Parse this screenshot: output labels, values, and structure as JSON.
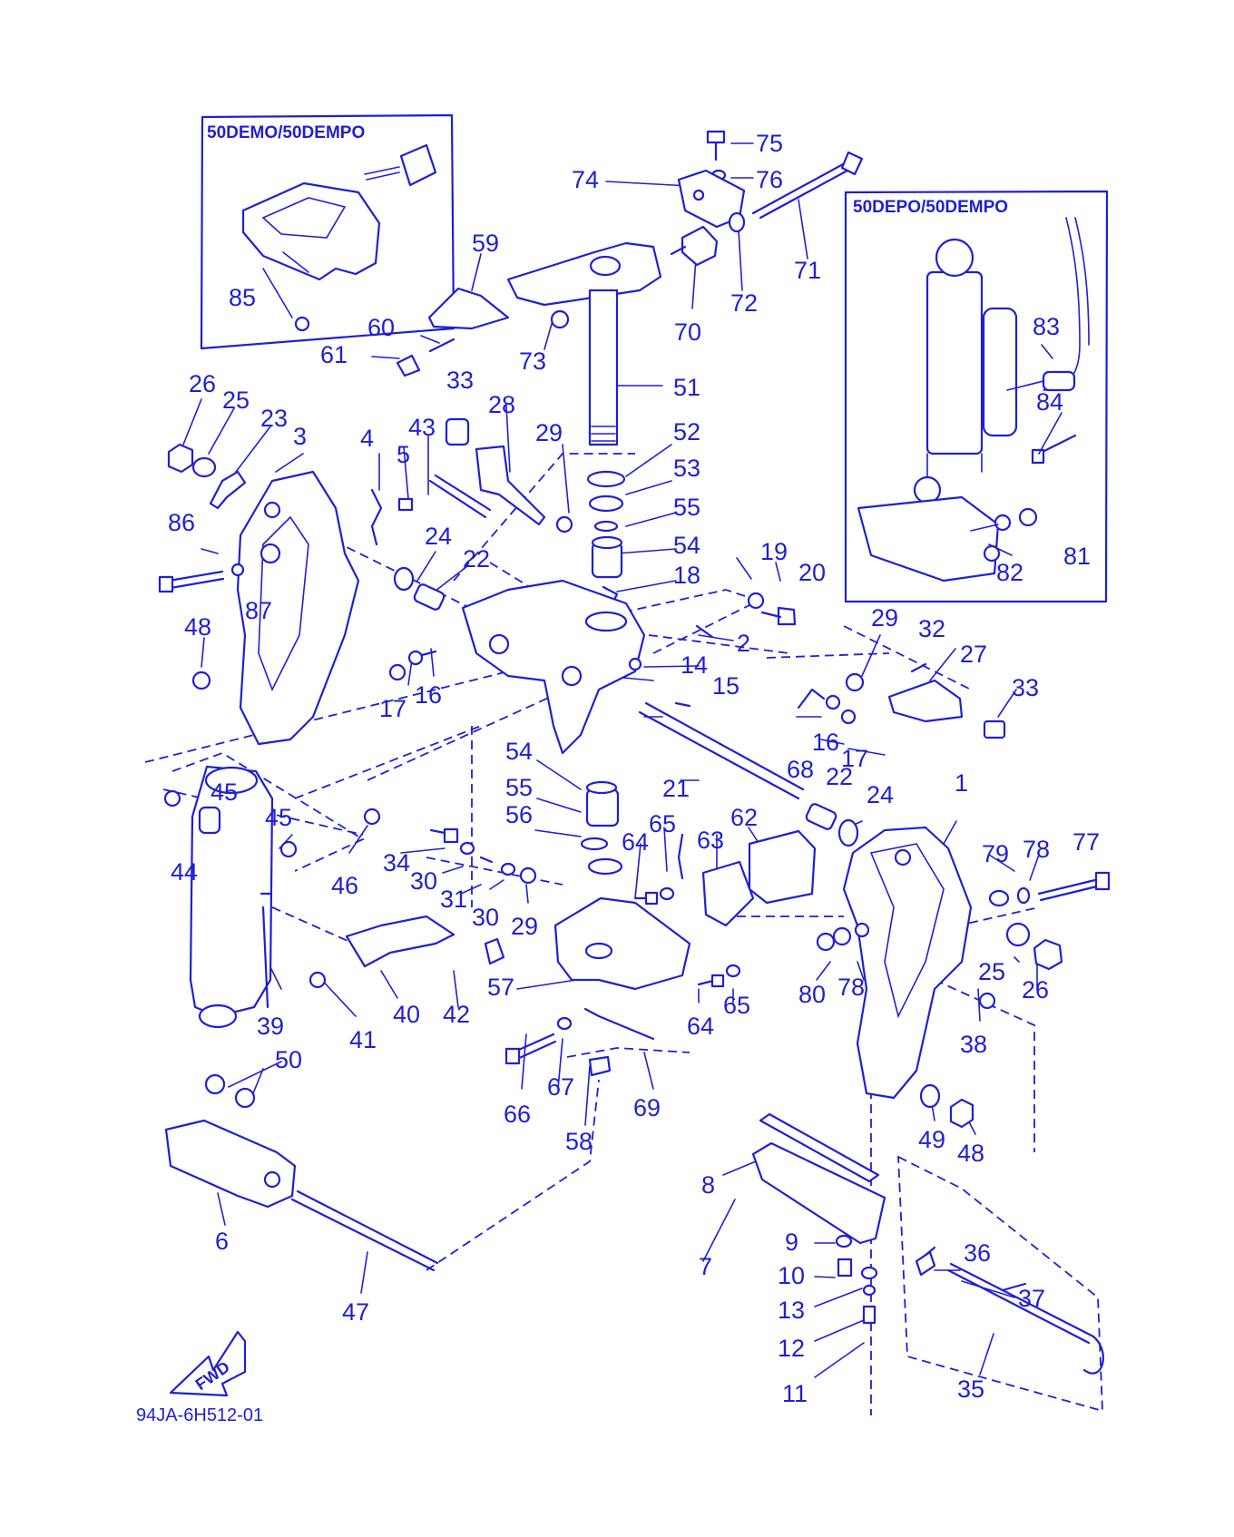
{
  "inset_left": {
    "title": "50DEMO/50DEMPO"
  },
  "inset_right": {
    "title": "50DEPO/50DEMPO"
  },
  "fwd_label": "FWD",
  "drawing_code": "94JA-6H512-01",
  "callouts": [
    {
      "id": "c75",
      "text": "75"
    },
    {
      "id": "c76",
      "text": "76"
    },
    {
      "id": "c74",
      "text": "74"
    },
    {
      "id": "c71",
      "text": "71"
    },
    {
      "id": "c72",
      "text": "72"
    },
    {
      "id": "c70",
      "text": "70"
    },
    {
      "id": "c59",
      "text": "59"
    },
    {
      "id": "c85",
      "text": "85"
    },
    {
      "id": "c60",
      "text": "60"
    },
    {
      "id": "c61",
      "text": "61"
    },
    {
      "id": "c73",
      "text": "73"
    },
    {
      "id": "c51",
      "text": "51"
    },
    {
      "id": "c83",
      "text": "83"
    },
    {
      "id": "c84",
      "text": "84"
    },
    {
      "id": "c33a",
      "text": "33"
    },
    {
      "id": "c26a",
      "text": "26"
    },
    {
      "id": "c25a",
      "text": "25"
    },
    {
      "id": "c23",
      "text": "23"
    },
    {
      "id": "c3",
      "text": "3"
    },
    {
      "id": "c4",
      "text": "4"
    },
    {
      "id": "c5",
      "text": "5"
    },
    {
      "id": "c43",
      "text": "43"
    },
    {
      "id": "c28",
      "text": "28"
    },
    {
      "id": "c29a",
      "text": "29"
    },
    {
      "id": "c52",
      "text": "52"
    },
    {
      "id": "c53",
      "text": "53"
    },
    {
      "id": "c55a",
      "text": "55"
    },
    {
      "id": "c54a",
      "text": "54"
    },
    {
      "id": "c18",
      "text": "18"
    },
    {
      "id": "c86",
      "text": "86"
    },
    {
      "id": "c24a",
      "text": "24"
    },
    {
      "id": "c22a",
      "text": "22"
    },
    {
      "id": "c87",
      "text": "87"
    },
    {
      "id": "c19",
      "text": "19"
    },
    {
      "id": "c20",
      "text": "20"
    },
    {
      "id": "c82",
      "text": "82"
    },
    {
      "id": "c81",
      "text": "81"
    },
    {
      "id": "c48a",
      "text": "48"
    },
    {
      "id": "c2",
      "text": "2"
    },
    {
      "id": "c29b",
      "text": "29"
    },
    {
      "id": "c32",
      "text": "32"
    },
    {
      "id": "c27",
      "text": "27"
    },
    {
      "id": "c33b",
      "text": "33"
    },
    {
      "id": "c14",
      "text": "14"
    },
    {
      "id": "c15",
      "text": "15"
    },
    {
      "id": "c17a",
      "text": "17"
    },
    {
      "id": "c16a",
      "text": "16"
    },
    {
      "id": "c16b",
      "text": "16"
    },
    {
      "id": "c17b",
      "text": "17"
    },
    {
      "id": "c68",
      "text": "68"
    },
    {
      "id": "c54b",
      "text": "54"
    },
    {
      "id": "c22b",
      "text": "22"
    },
    {
      "id": "c24b",
      "text": "24"
    },
    {
      "id": "c21",
      "text": "21"
    },
    {
      "id": "c55b",
      "text": "55"
    },
    {
      "id": "c56",
      "text": "56"
    },
    {
      "id": "c45a",
      "text": "45"
    },
    {
      "id": "c45b",
      "text": "45"
    },
    {
      "id": "c44",
      "text": "44"
    },
    {
      "id": "c46",
      "text": "46"
    },
    {
      "id": "c34",
      "text": "34"
    },
    {
      "id": "c30a",
      "text": "30"
    },
    {
      "id": "c31",
      "text": "31"
    },
    {
      "id": "c30b",
      "text": "30"
    },
    {
      "id": "c29c",
      "text": "29"
    },
    {
      "id": "c64a",
      "text": "64"
    },
    {
      "id": "c65a",
      "text": "65"
    },
    {
      "id": "c62",
      "text": "62"
    },
    {
      "id": "c63",
      "text": "63"
    },
    {
      "id": "c1",
      "text": "1"
    },
    {
      "id": "c79",
      "text": "79"
    },
    {
      "id": "c78a",
      "text": "78"
    },
    {
      "id": "c77",
      "text": "77"
    },
    {
      "id": "c39",
      "text": "39"
    },
    {
      "id": "c40",
      "text": "40"
    },
    {
      "id": "c41",
      "text": "41"
    },
    {
      "id": "c42",
      "text": "42"
    },
    {
      "id": "c57",
      "text": "57"
    },
    {
      "id": "c64b",
      "text": "64"
    },
    {
      "id": "c65b",
      "text": "65"
    },
    {
      "id": "c80",
      "text": "80"
    },
    {
      "id": "c78b",
      "text": "78"
    },
    {
      "id": "c25b",
      "text": "25"
    },
    {
      "id": "c26b",
      "text": "26"
    },
    {
      "id": "c38",
      "text": "38"
    },
    {
      "id": "c50",
      "text": "50"
    },
    {
      "id": "c66",
      "text": "66"
    },
    {
      "id": "c67",
      "text": "67"
    },
    {
      "id": "c69",
      "text": "69"
    },
    {
      "id": "c58",
      "text": "58"
    },
    {
      "id": "c49",
      "text": "49"
    },
    {
      "id": "c48b",
      "text": "48"
    },
    {
      "id": "c8",
      "text": "8"
    },
    {
      "id": "c6",
      "text": "6"
    },
    {
      "id": "c9",
      "text": "9"
    },
    {
      "id": "c7",
      "text": "7"
    },
    {
      "id": "c10",
      "text": "10"
    },
    {
      "id": "c36",
      "text": "36"
    },
    {
      "id": "c37",
      "text": "37"
    },
    {
      "id": "c13",
      "text": "13"
    },
    {
      "id": "c47",
      "text": "47"
    },
    {
      "id": "c12",
      "text": "12"
    },
    {
      "id": "c11",
      "text": "11"
    },
    {
      "id": "c35",
      "text": "35"
    }
  ]
}
